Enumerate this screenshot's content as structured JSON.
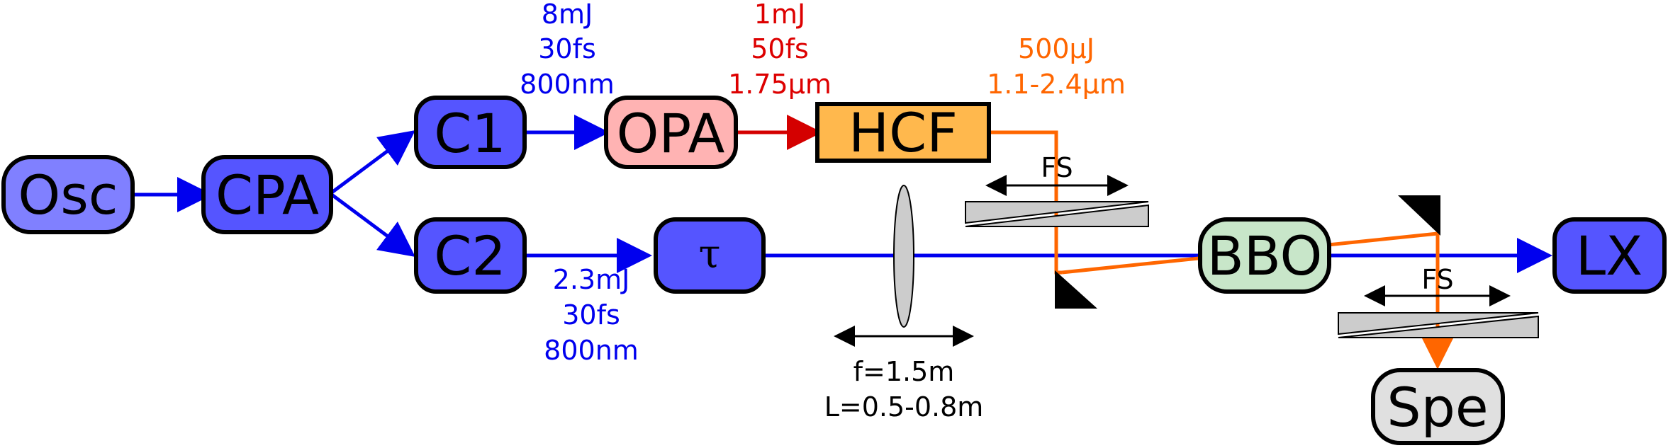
{
  "colors": {
    "pump_blue": "#0000ee",
    "red_beam": "#d40000",
    "orange_beam": "#ff6600",
    "box_blue": "#5555ff",
    "box_light_blue": "#8080ff",
    "box_pink": "#ffb3b3",
    "box_orange": "#ffb84d",
    "box_green": "#c8e6c9",
    "box_gray": "#e0e0e0",
    "optic_gray": "#cccccc",
    "spec_blue_text": "#0000ee",
    "spec_red_text": "#dd0000",
    "spec_orange_text": "#ff6600"
  },
  "nodes": {
    "osc": "Osc",
    "cpa": "CPA",
    "c1": "C1",
    "c2": "C2",
    "opa": "OPA",
    "hcf": "HCF",
    "tau": "τ",
    "bbo": "BBO",
    "lx": "LX",
    "spe": "Spe"
  },
  "specs": {
    "c1_out": [
      "8mJ",
      "30fs",
      "800nm"
    ],
    "opa_out": [
      "1mJ",
      "50fs",
      "1.75μm"
    ],
    "hcf_out": [
      "500μJ",
      "1.1-2.4μm"
    ],
    "c2_out": [
      "2.3mJ",
      "30fs",
      "800nm"
    ]
  },
  "lens": {
    "focal": "f=1.5m",
    "length": "L=0.5-0.8m"
  },
  "wedges": {
    "fs_top": "FS",
    "fs_bottom": "FS"
  }
}
